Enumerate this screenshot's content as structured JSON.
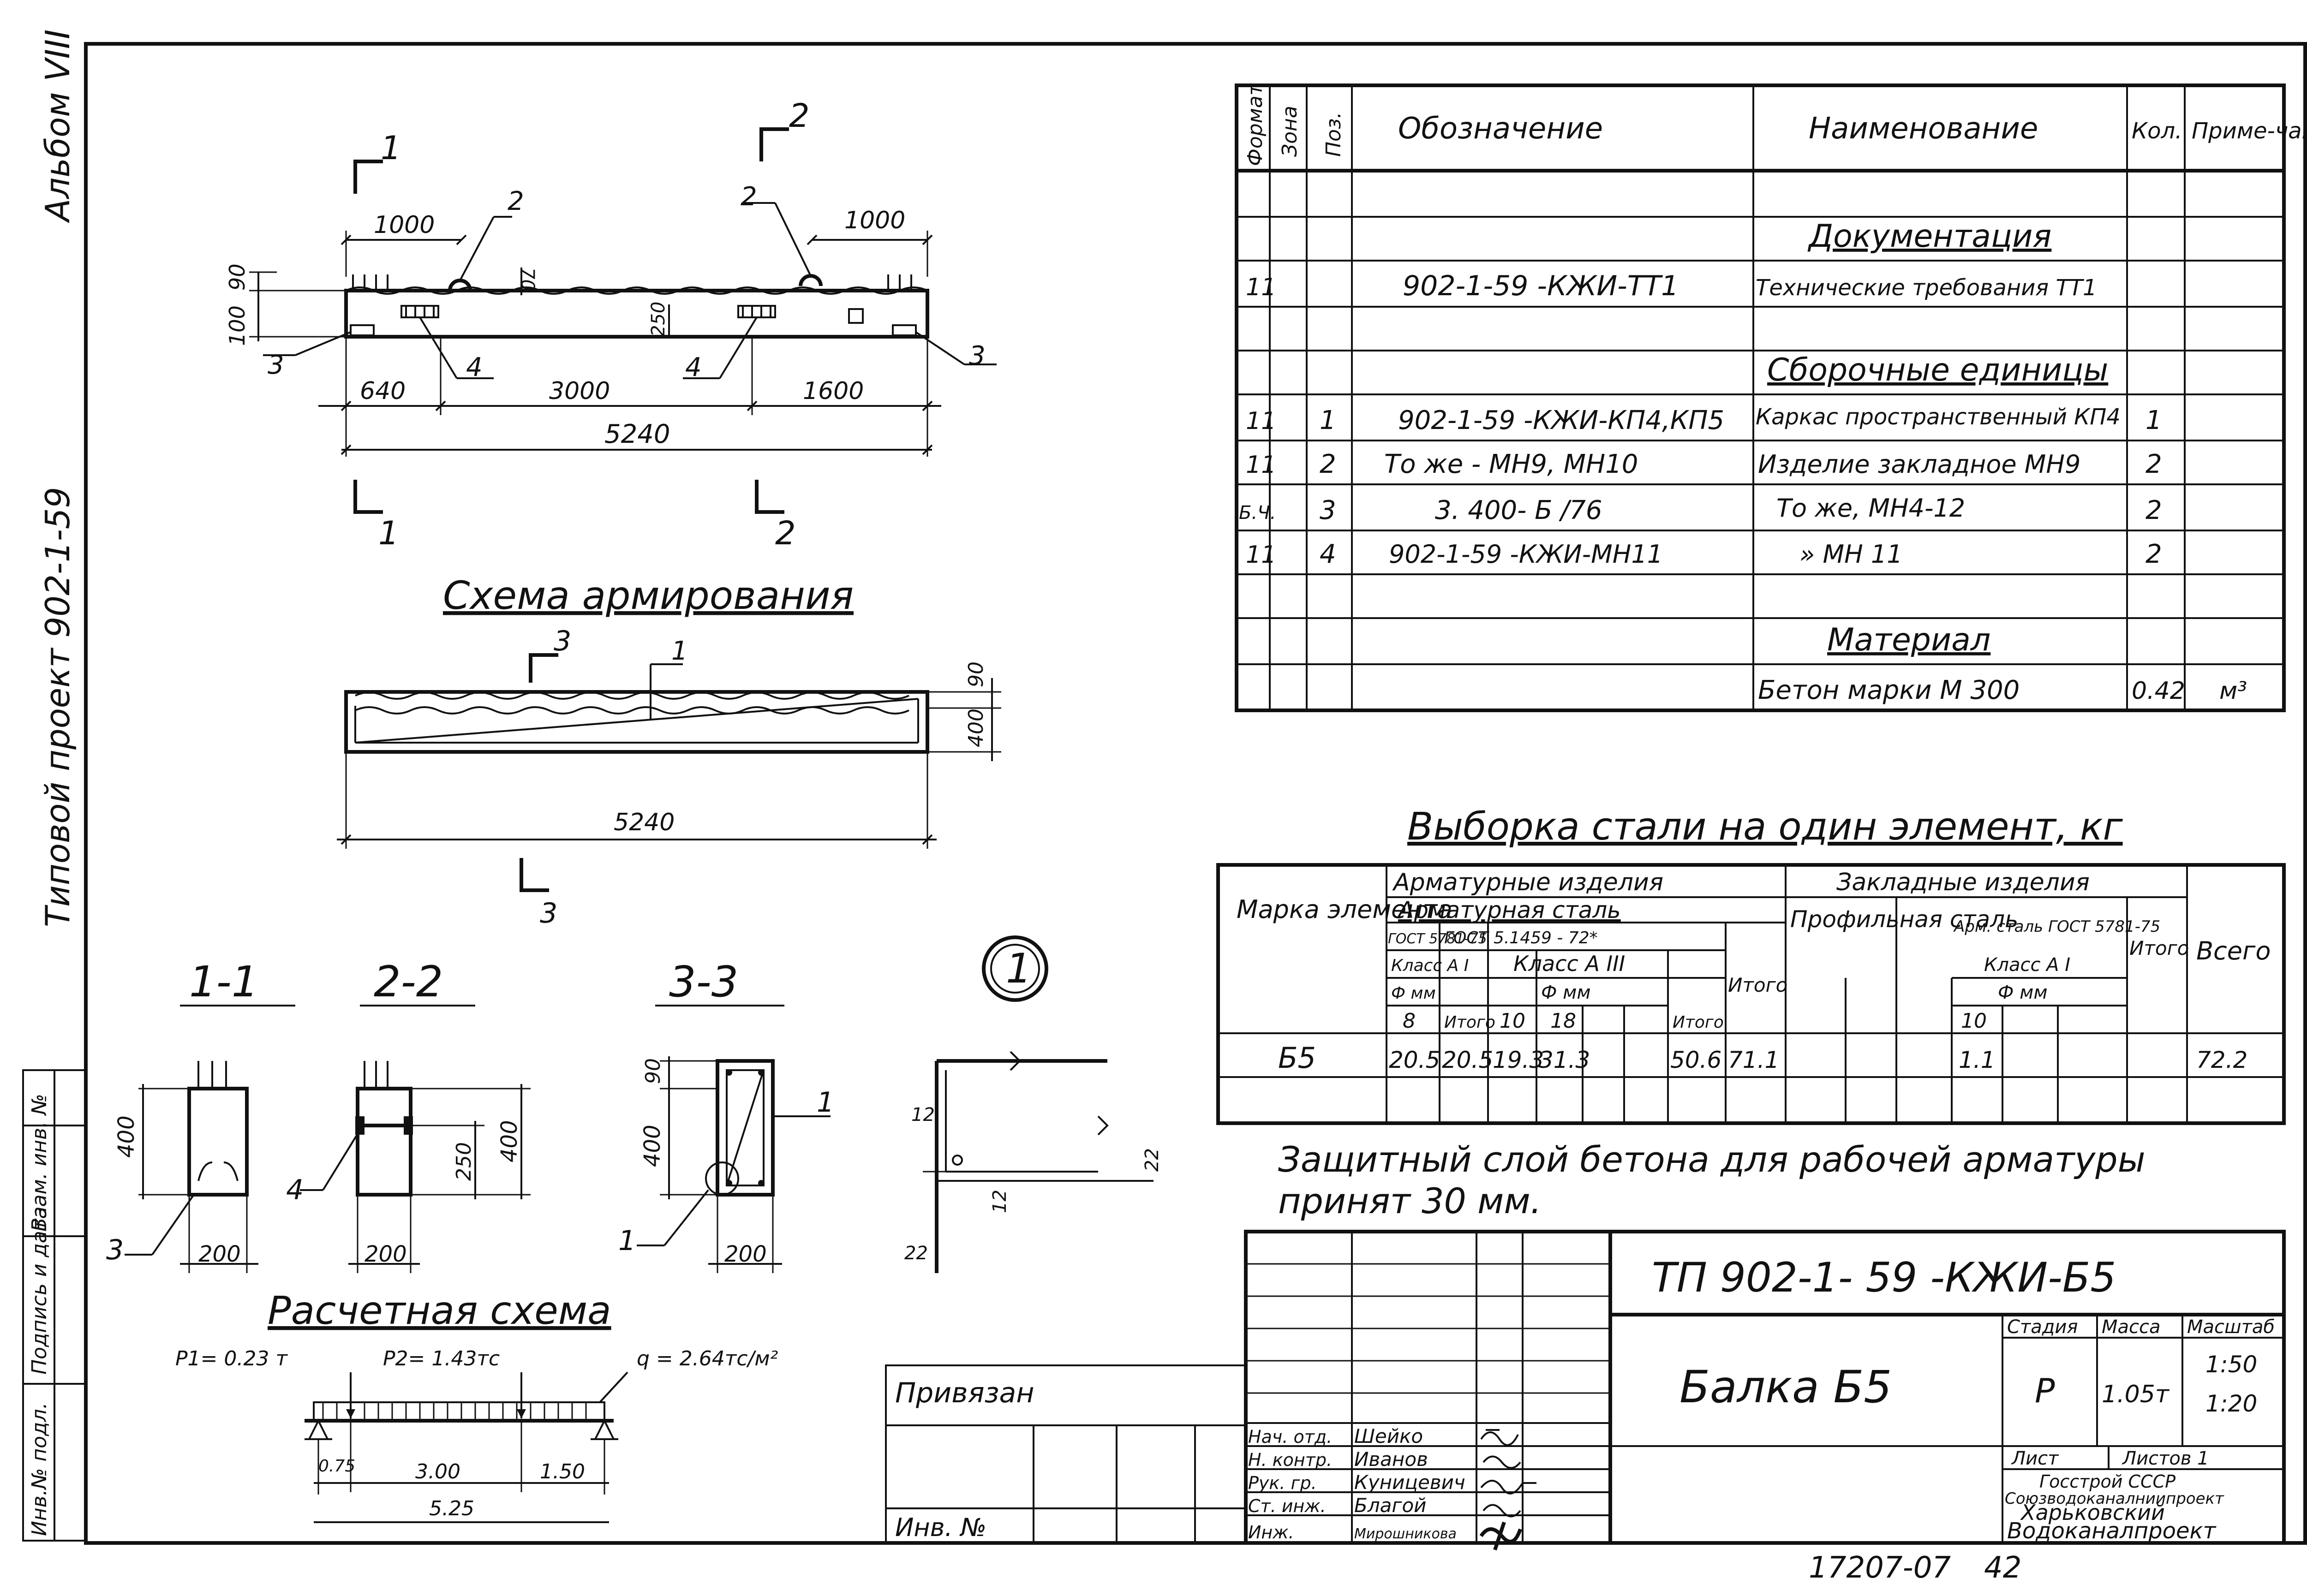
{
  "side": {
    "album": "Альбом VIII",
    "project": "Типовой проект 902-1-59",
    "stamp_labels": [
      "Инв.№ подл.",
      "Подпись и дата",
      "Взам. инв. №"
    ]
  },
  "plan": {
    "section_marks": [
      "1",
      "2",
      "1",
      "2"
    ],
    "dims_top": [
      "1000",
      "1000",
      "100",
      "90",
      "70",
      "250"
    ],
    "dims_bottom": [
      "640",
      "3000",
      "1600",
      "5240"
    ],
    "callouts": [
      "2",
      "2",
      "3",
      "4",
      "4",
      "3"
    ]
  },
  "reinf": {
    "title": "Схема армирования",
    "marks": [
      "3",
      "1",
      "3"
    ],
    "dims": [
      "90",
      "400",
      "5240"
    ]
  },
  "sections": {
    "titles": [
      "1-1",
      "2-2",
      "3-3"
    ],
    "detail_circle": "1",
    "dims": [
      "400",
      "200",
      "400",
      "250",
      "200",
      "90",
      "400",
      "200",
      "12",
      "22",
      "12",
      "22"
    ],
    "callouts": [
      "3",
      "4",
      "1",
      "1"
    ]
  },
  "calc": {
    "title": "Расчетная схема",
    "p1": "P1= 0.23 т",
    "p2": "P2= 1.43тс",
    "q": "q = 2.64тс/м²",
    "spans": [
      "0.75",
      "3.00",
      "1.50"
    ],
    "total": "5.25"
  },
  "spec": {
    "headers": [
      "Формат",
      "Зона",
      "Поз.",
      "Обозначение",
      "Наименование",
      "Кол.",
      "Приме-чание"
    ],
    "sections": [
      "Документация",
      "Сборочные единицы",
      "Материал"
    ],
    "rows": [
      {
        "format": "11",
        "zone": "",
        "pos": "",
        "code": "902-1-59 -КЖИ-ТТ1",
        "name": "Технические требования ТТ1",
        "qty": "",
        "note": ""
      },
      {
        "format": "11",
        "zone": "",
        "pos": "1",
        "code": "902-1-59 -КЖИ-КП4,КП5",
        "name": "Каркас пространственный КП4",
        "qty": "1",
        "note": ""
      },
      {
        "format": "11",
        "zone": "",
        "pos": "2",
        "code": "То же  - МН9, МН10",
        "name": "Изделие закладное МН9",
        "qty": "2",
        "note": ""
      },
      {
        "format": "Б.Ч.",
        "zone": "",
        "pos": "3",
        "code": "3. 400- Б /76",
        "name": "То же,     МН4-12",
        "qty": "2",
        "note": ""
      },
      {
        "format": "11",
        "zone": "",
        "pos": "4",
        "code": "902-1-59 -КЖИ-МН11",
        "name": "»          МН 11",
        "qty": "2",
        "note": ""
      },
      {
        "format": "",
        "zone": "",
        "pos": "",
        "code": "",
        "name": "Бетон марки М 300",
        "qty": "0.42",
        "note": "м³"
      }
    ]
  },
  "steel": {
    "title": "Выборка стали на один элемент, кг",
    "h_mark": "Марка элемента",
    "h_arm_items": "Арматурные изделия",
    "h_arm_steel": "Арматурная сталь",
    "h_gost1": "ГОСТ 5781-75",
    "h_gost2": "ГОСТ 5.1459 - 72*",
    "h_classA1": "Класс А I",
    "h_classA3": "Класс А III",
    "h_fmm": "Ф мм",
    "h_total": "Итого",
    "h_emb_items": "Закладные изделия",
    "h_profile": "Профильная сталь",
    "h_arm_steel2": "Арм. сталь ГОСТ 5781-75",
    "h_classA1b": "Класс А I",
    "h_fmm2": "Ф мм",
    "h_total2": "Итого",
    "h_all": "Всего",
    "diams": [
      "8",
      "Итого",
      "10",
      "18",
      "Итого",
      "10"
    ],
    "row": {
      "mark": "Б5",
      "v8": "20.5",
      "t1": "20.5",
      "v10": "19.3",
      "v18": "31.3",
      "t2": "50.6",
      "t3": "71.1",
      "e10": "1.1",
      "all": "72.2"
    }
  },
  "note": {
    "line1": "Защитный слой бетона для рабочей арматуры",
    "line2": "принят     30 мм."
  },
  "title_block": {
    "code": "ТП 902-1-  59     -КЖИ-Б5",
    "name": "Балка Б5",
    "privyazan": "Привязан",
    "inv": "Инв. №",
    "stage_h": "Стадия",
    "mass_h": "Масса",
    "scale_h": "Масштаб",
    "stage": "Р",
    "mass": "1.05т",
    "scale1": "1:50",
    "scale2": "1:20",
    "sheet_h": "Лист",
    "sheets_h": "Листов 1",
    "org1": "Госстрой СССР",
    "org2": "Союзводоканалниипроект",
    "org3": "Харьковский",
    "org4": "Водоканалпроект",
    "roles": [
      "Нач. отд.",
      "Н. контр.",
      "Рук. гр.",
      "Ст. инж.",
      "Инж."
    ],
    "names": [
      "Шейко",
      "Иванов",
      "Куницевич",
      "Благой",
      "Мирошникова"
    ]
  },
  "footer": {
    "num": "17207-07",
    "page": "42"
  }
}
